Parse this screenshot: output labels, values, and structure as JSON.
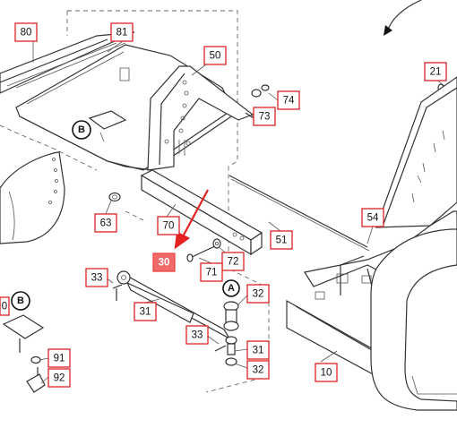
{
  "diagram": {
    "highlight_color": "#e52222",
    "callout_border_color": "#dd2222",
    "callouts": [
      {
        "id": "c80",
        "label": "80"
      },
      {
        "id": "c81",
        "label": "81"
      },
      {
        "id": "c50",
        "label": "50"
      },
      {
        "id": "c21",
        "label": "21"
      },
      {
        "id": "c74",
        "label": "74"
      },
      {
        "id": "c73",
        "label": "73"
      },
      {
        "id": "c63",
        "label": "63"
      },
      {
        "id": "c70",
        "label": "70"
      },
      {
        "id": "c54",
        "label": "54"
      },
      {
        "id": "c51",
        "label": "51"
      },
      {
        "id": "c72",
        "label": "72"
      },
      {
        "id": "c30",
        "label": "30",
        "highlighted": true
      },
      {
        "id": "c71",
        "label": "71"
      },
      {
        "id": "c33a",
        "label": "33"
      },
      {
        "id": "c32a",
        "label": "32"
      },
      {
        "id": "c31a",
        "label": "31"
      },
      {
        "id": "c33b",
        "label": "33"
      },
      {
        "id": "c31b",
        "label": "31"
      },
      {
        "id": "c32b",
        "label": "32"
      },
      {
        "id": "c10",
        "label": "10"
      },
      {
        "id": "c91",
        "label": "91"
      },
      {
        "id": "c92",
        "label": "92"
      },
      {
        "id": "c0",
        "label": "0"
      }
    ],
    "refs": [
      {
        "id": "refB1",
        "label": "B"
      },
      {
        "id": "refB2",
        "label": "B"
      },
      {
        "id": "refA",
        "label": "A"
      }
    ]
  }
}
